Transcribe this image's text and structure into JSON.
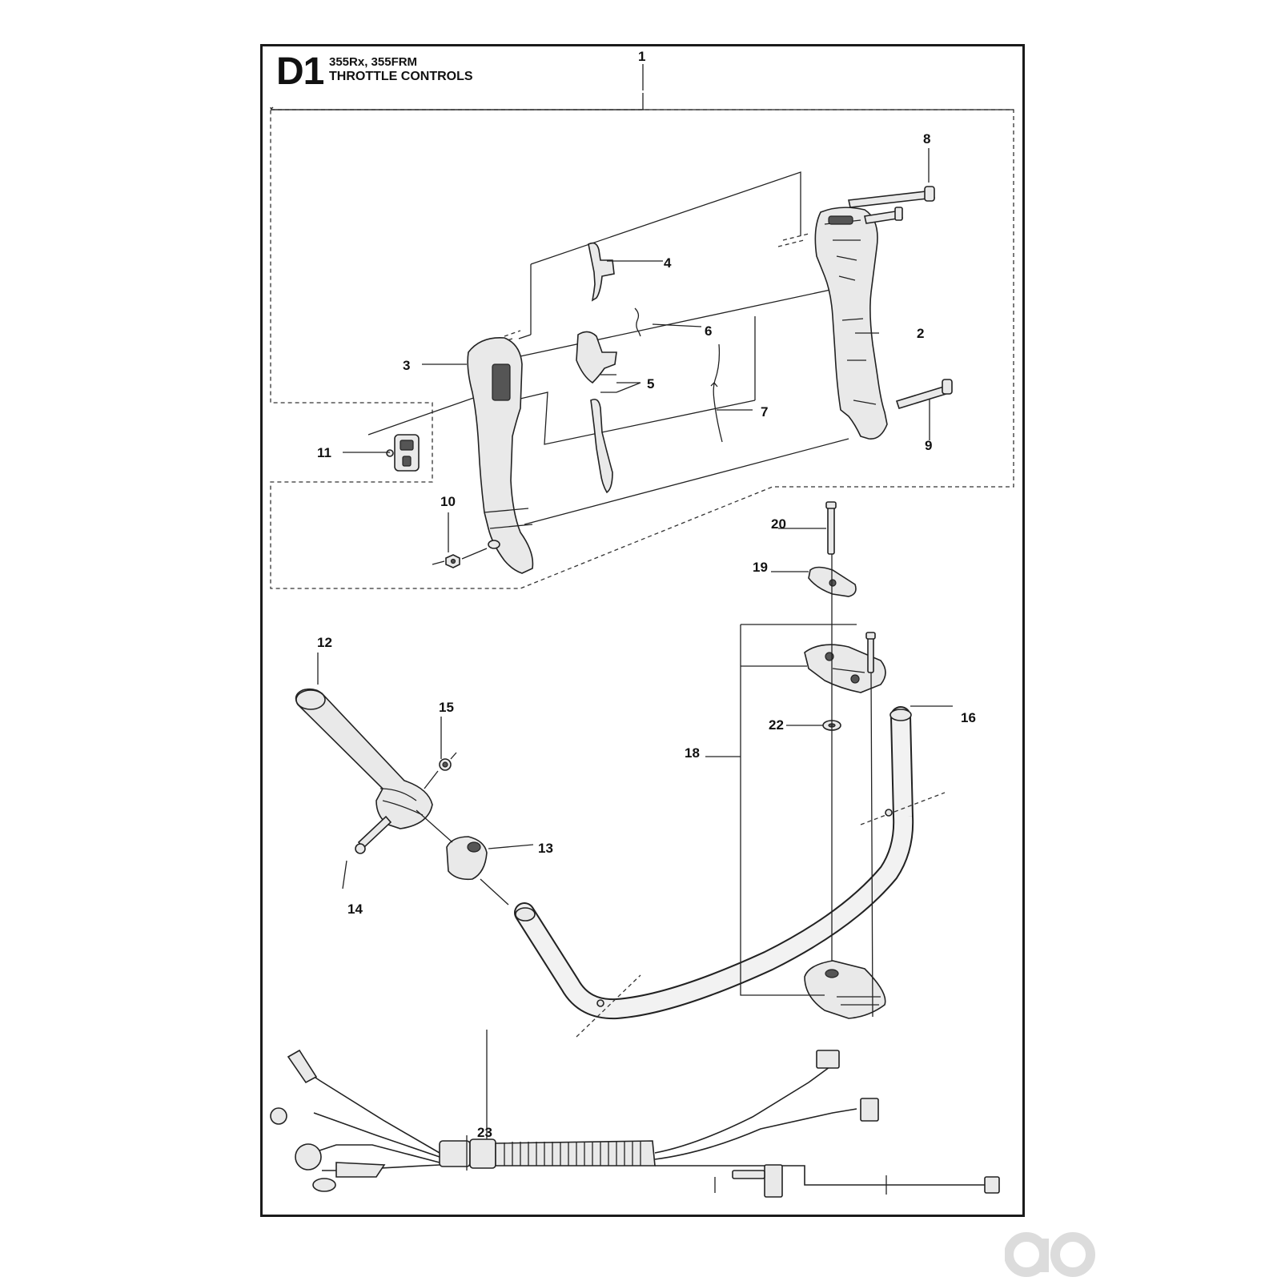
{
  "header": {
    "section_code": "D1",
    "models": "355Rx, 355FRM",
    "title": "THROTTLE CONTROLS"
  },
  "callouts": [
    "1",
    "2",
    "3",
    "4",
    "5",
    "6",
    "7",
    "8",
    "9",
    "10",
    "11",
    "12",
    "13",
    "14",
    "15",
    "16",
    "18",
    "19",
    "20",
    "22",
    "23"
  ],
  "watermark": {
    "icon": "brand-logo-icon"
  }
}
